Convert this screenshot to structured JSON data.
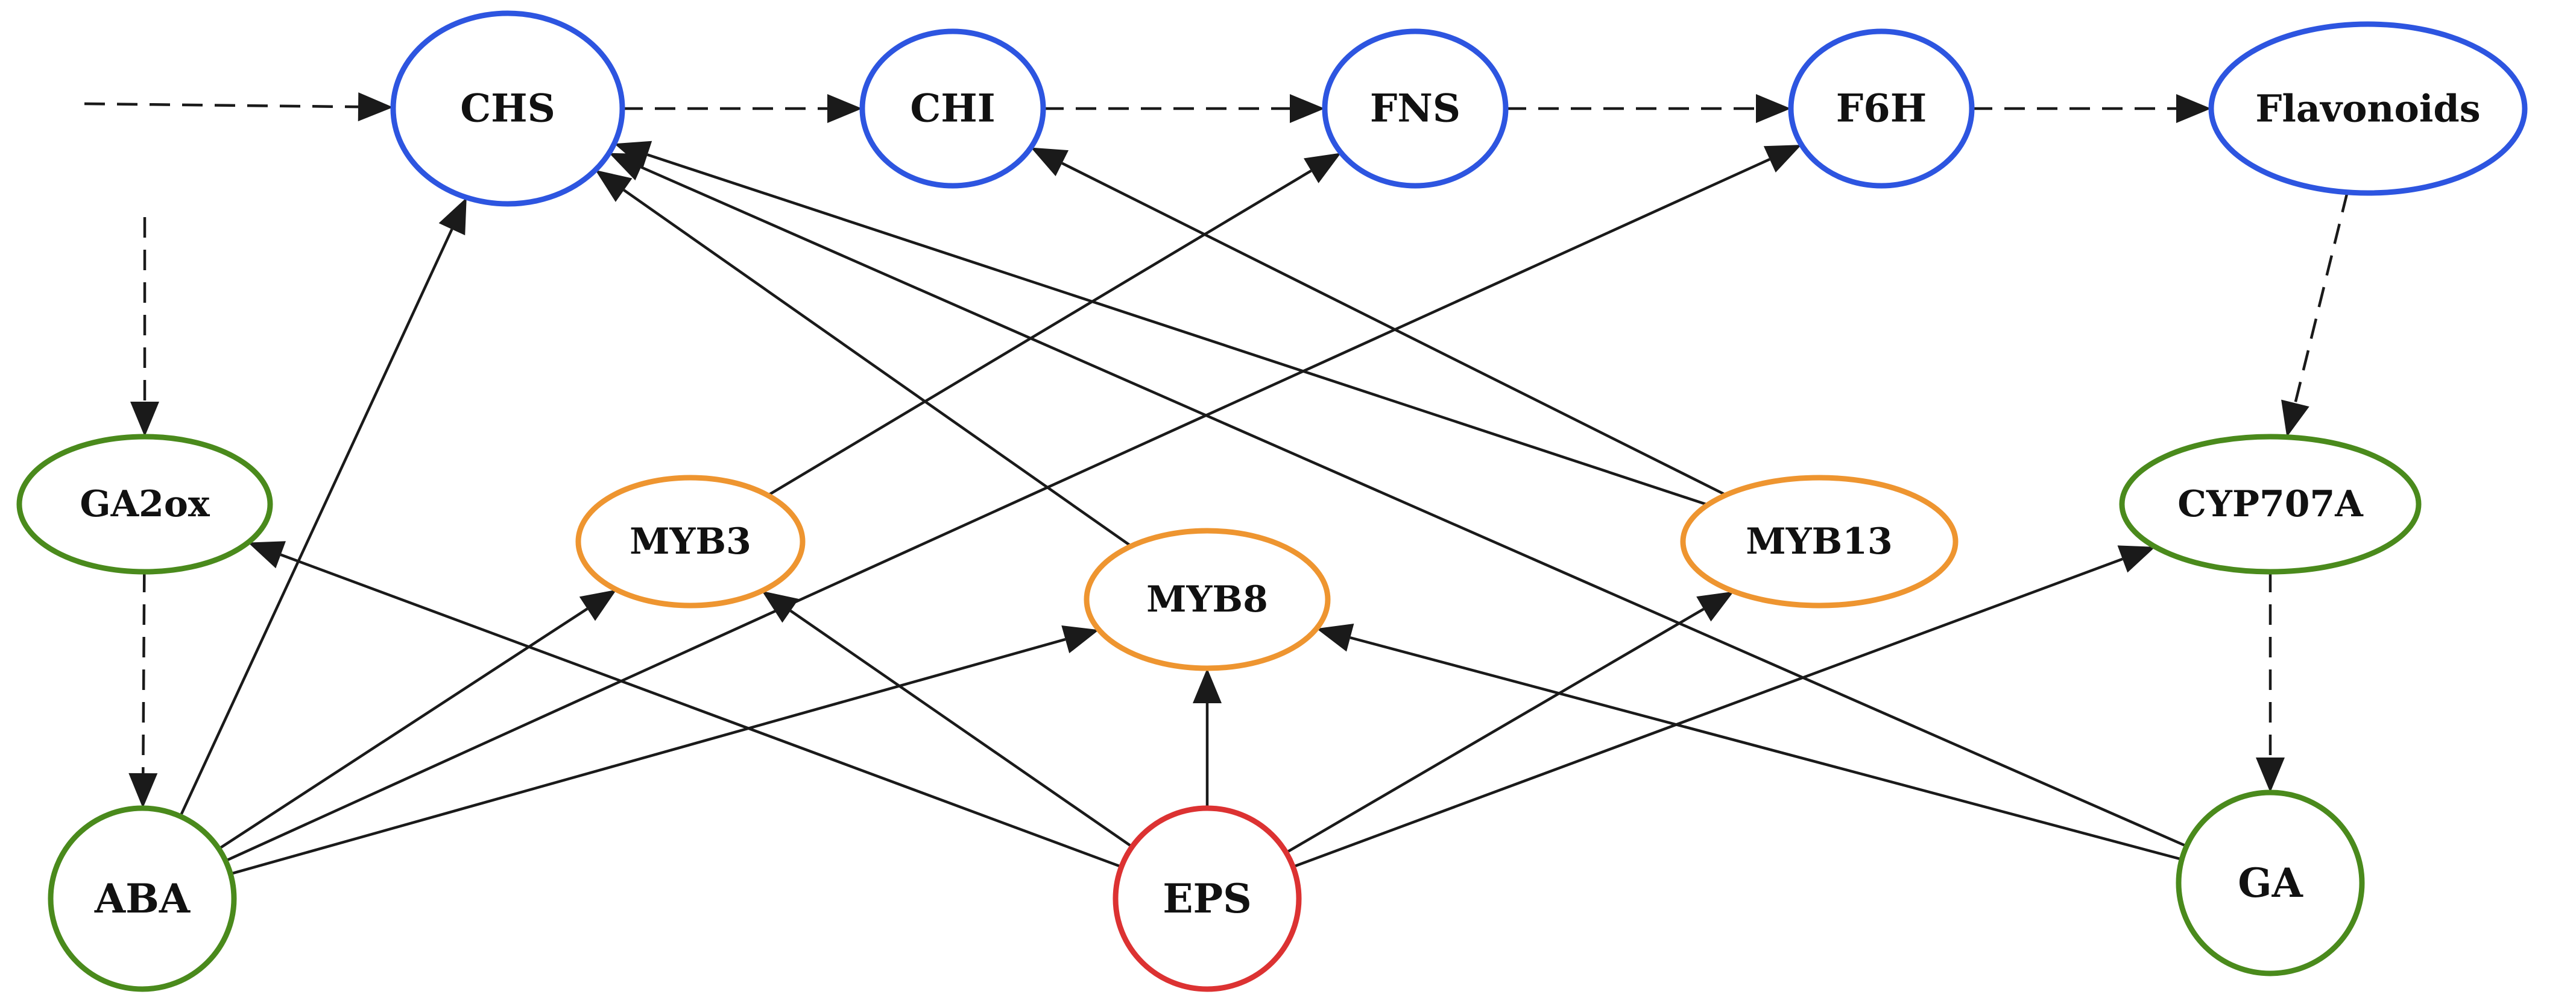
{
  "colors": {
    "enzyme": "#2d55e0",
    "hormone": "#4a8a1c",
    "myb": "#ee9530",
    "treatment": "#dc3232"
  },
  "nodes": [
    {
      "id": "CHS",
      "label": "CHS",
      "group": "enzyme"
    },
    {
      "id": "CHI",
      "label": "CHI",
      "group": "enzyme"
    },
    {
      "id": "FNS",
      "label": "FNS",
      "group": "enzyme"
    },
    {
      "id": "F6H",
      "label": "F6H",
      "group": "enzyme"
    },
    {
      "id": "FLAV",
      "label": "Flavonoids",
      "group": "enzyme"
    },
    {
      "id": "GA2ox",
      "label": "GA2ox",
      "group": "hormone"
    },
    {
      "id": "CYP707A",
      "label": "CYP707A",
      "group": "hormone"
    },
    {
      "id": "ABA",
      "label": "ABA",
      "group": "hormone"
    },
    {
      "id": "GA",
      "label": "GA",
      "group": "hormone"
    },
    {
      "id": "MYB3",
      "label": "MYB3",
      "group": "myb"
    },
    {
      "id": "MYB8",
      "label": "MYB8",
      "group": "myb"
    },
    {
      "id": "MYB13",
      "label": "MYB13",
      "group": "myb"
    },
    {
      "id": "EPS",
      "label": "EPS",
      "group": "treatment"
    }
  ],
  "edges": [
    {
      "from": "START",
      "to": "CHS",
      "style": "dashed"
    },
    {
      "from": "CHS",
      "to": "CHI",
      "style": "dashed"
    },
    {
      "from": "CHI",
      "to": "FNS",
      "style": "dashed"
    },
    {
      "from": "FNS",
      "to": "F6H",
      "style": "dashed"
    },
    {
      "from": "F6H",
      "to": "FLAV",
      "style": "dashed"
    },
    {
      "from": "START2",
      "to": "GA2ox",
      "style": "dashed"
    },
    {
      "from": "GA2ox",
      "to": "ABA",
      "style": "dashed"
    },
    {
      "from": "FLAV",
      "to": "CYP707A",
      "style": "dashed"
    },
    {
      "from": "CYP707A",
      "to": "GA",
      "style": "dashed"
    },
    {
      "from": "ABA",
      "to": "CHS",
      "style": "solid"
    },
    {
      "from": "ABA",
      "to": "MYB3",
      "style": "solid"
    },
    {
      "from": "ABA",
      "to": "F6H",
      "style": "solid"
    },
    {
      "from": "ABA",
      "to": "MYB8",
      "style": "solid"
    },
    {
      "from": "MYB3",
      "to": "FNS",
      "style": "solid"
    },
    {
      "from": "MYB8",
      "to": "CHS",
      "style": "solid"
    },
    {
      "from": "MYB13",
      "to": "CHS",
      "style": "solid"
    },
    {
      "from": "MYB13",
      "to": "CHI",
      "style": "solid"
    },
    {
      "from": "EPS",
      "to": "GA2ox",
      "style": "solid"
    },
    {
      "from": "EPS",
      "to": "MYB3",
      "style": "solid"
    },
    {
      "from": "EPS",
      "to": "MYB8",
      "style": "solid"
    },
    {
      "from": "EPS",
      "to": "MYB13",
      "style": "solid"
    },
    {
      "from": "EPS",
      "to": "CYP707A",
      "style": "solid"
    },
    {
      "from": "GA",
      "to": "CHS",
      "style": "solid"
    },
    {
      "from": "GA",
      "to": "MYB8",
      "style": "solid"
    }
  ]
}
